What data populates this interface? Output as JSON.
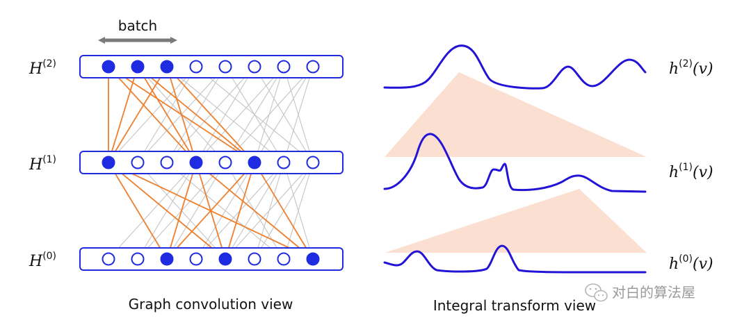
{
  "batch_label": "batch",
  "layers": [
    {
      "symbol": "H",
      "superscript": "(2)",
      "filled": [
        0,
        1,
        2
      ]
    },
    {
      "symbol": "H",
      "superscript": "(1)",
      "filled": [
        0,
        3,
        5
      ]
    },
    {
      "symbol": "H",
      "superscript": "(0)",
      "filled": [
        2,
        4,
        7
      ]
    }
  ],
  "functions": [
    {
      "symbol": "h",
      "superscript": "(2)",
      "arg": "(v)"
    },
    {
      "symbol": "h",
      "superscript": "(1)",
      "arg": "(v)"
    },
    {
      "symbol": "h",
      "superscript": "(0)",
      "arg": "(v)"
    }
  ],
  "captions": {
    "left": "Graph convolution view",
    "right": "Integral transform view"
  },
  "watermark": {
    "text": "对白的算法屋"
  },
  "colors": {
    "node_blue": "#1f2be0",
    "curve_blue": "#2313d6",
    "edge_orange": "#ee7f2d",
    "edge_gray": "#c8c8c8",
    "wedge_peach": "#fbe0d2",
    "arrow_gray": "#7a7a7a"
  },
  "icons": {
    "watermark_icon": "wechat-icon"
  }
}
